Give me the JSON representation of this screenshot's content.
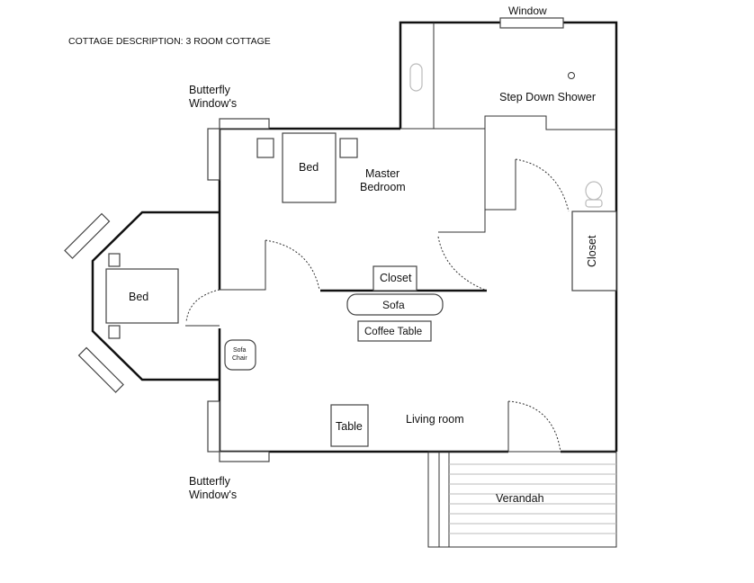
{
  "title": "COTTAGE DESCRIPTION: 3 ROOM COTTAGE",
  "labels": {
    "window_top": "Window",
    "shower": "Step Down Shower",
    "butterfly_top_1": "Butterfly",
    "butterfly_top_2": "Window's",
    "butterfly_bottom_1": "Butterfly",
    "butterfly_bottom_2": "Window's",
    "master_bed": "Bed",
    "master_1": "Master",
    "master_2": "Bedroom",
    "side_bed": "Bed",
    "closet_center": "Closet",
    "closet_right": "Closet",
    "sofa": "Sofa",
    "coffee_table": "Coffee Table",
    "sofa_chair_1": "Sofa",
    "sofa_chair_2": "Chair",
    "table": "Table",
    "living_room": "Living room",
    "verandah": "Verandah"
  }
}
